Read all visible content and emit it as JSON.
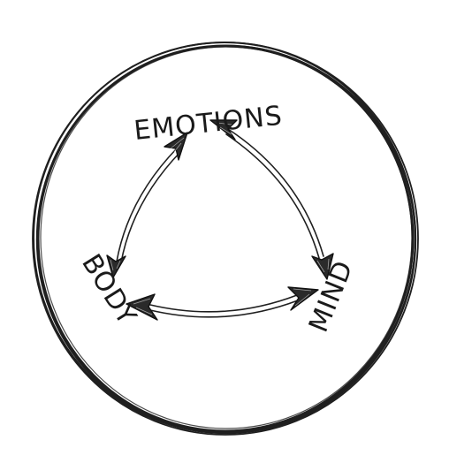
{
  "labels": {
    "top": "EMOTIONS",
    "left": "BODY",
    "right": "MIND"
  },
  "colors": {
    "ink": "#1f1f1f",
    "background": "#ffffff"
  }
}
